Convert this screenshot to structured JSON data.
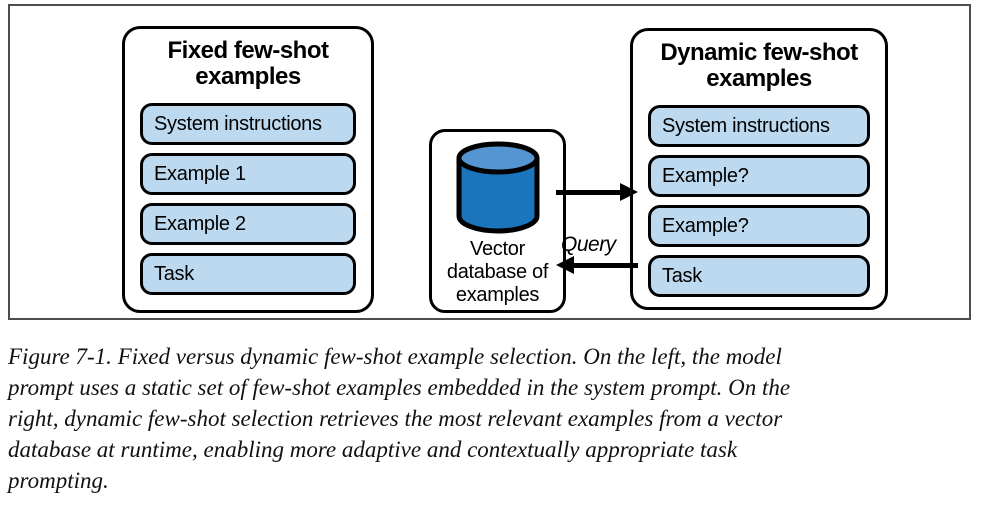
{
  "figure": {
    "left_panel": {
      "title": "Fixed few-shot examples",
      "items": [
        "System instructions",
        "Example 1",
        "Example 2",
        "Task"
      ]
    },
    "vector_db": {
      "label_lines": [
        "Vector",
        "database of",
        "examples"
      ]
    },
    "right_panel": {
      "title": "Dynamic few-shot examples",
      "items": [
        "System instructions",
        "Example?",
        "Example?",
        "Task"
      ]
    },
    "arrows": {
      "query_label": "Query"
    },
    "colors": {
      "item_fill": "#bcd9ef",
      "cylinder_body": "#1b75bc",
      "cylinder_top": "#5596d2",
      "outline": "#000000",
      "frame_border": "#4d4d4d"
    }
  },
  "caption": {
    "lines": [
      "Figure 7-1. Fixed versus dynamic few-shot example selection. On the left, the model",
      "prompt uses a static set of few-shot examples embedded in the system prompt. On the",
      "right, dynamic few-shot selection retrieves the most relevant examples from a vector",
      "database at runtime, enabling more adaptive and contextually appropriate task",
      "prompting."
    ]
  }
}
